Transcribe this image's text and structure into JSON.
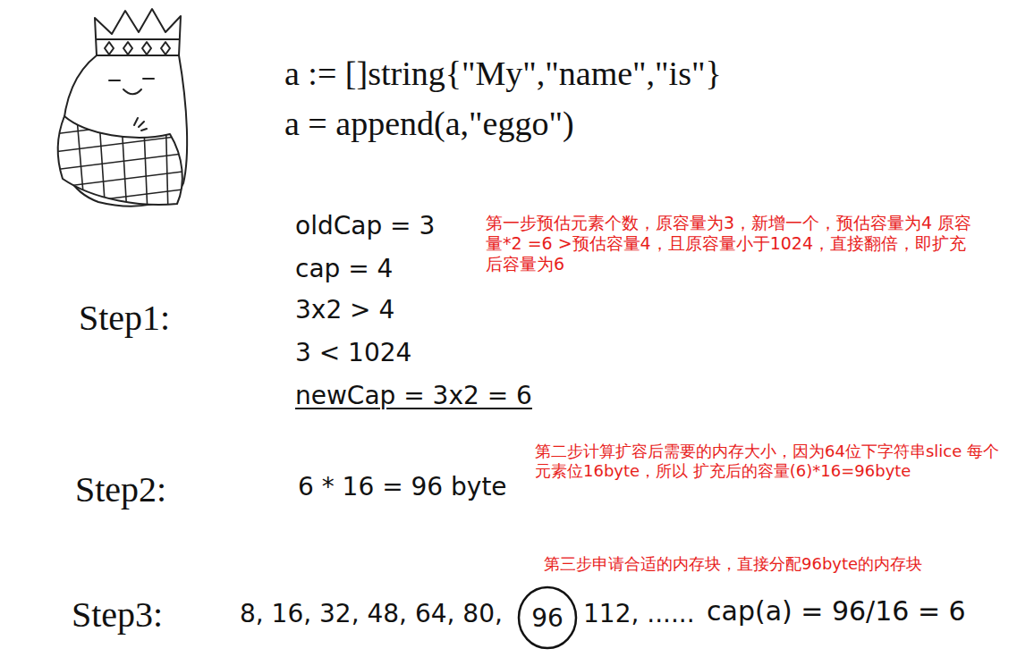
{
  "diagram": {
    "nodes": [
      {
        "text": [
          "96"
        ]
      }
    ],
    "labels": [
      "a := []string{\"My\",\"name\",\"is\"}",
      "a = append(a,\"eggo\")",
      "oldCap = 3",
      "cap = 4",
      "3x2 > 4",
      "3 < 1024",
      "newCap = 3x2 = 6",
      "Step1:",
      "第一步预估元素个数，原容量为3，新增一个，预估容量为4 原容量*2 =6 >预估容量4，且原容量小于1024，直接翻倍，即扩充后容量为6",
      "Step2:",
      "6 * 16 = 96 byte",
      "第二步计算扩容后需要的内存大小，因为64位下字符串slice 每个元素位16byte，所以 扩充后的容量(6)*16=96byte",
      "第三步申请合适的内存块，直接分配96byte的内存块",
      "Step3:",
      "8, 16, 32, 48, 64, 80,",
      "112, ......",
      "cap(a) = 96/16 = 6"
    ]
  }
}
